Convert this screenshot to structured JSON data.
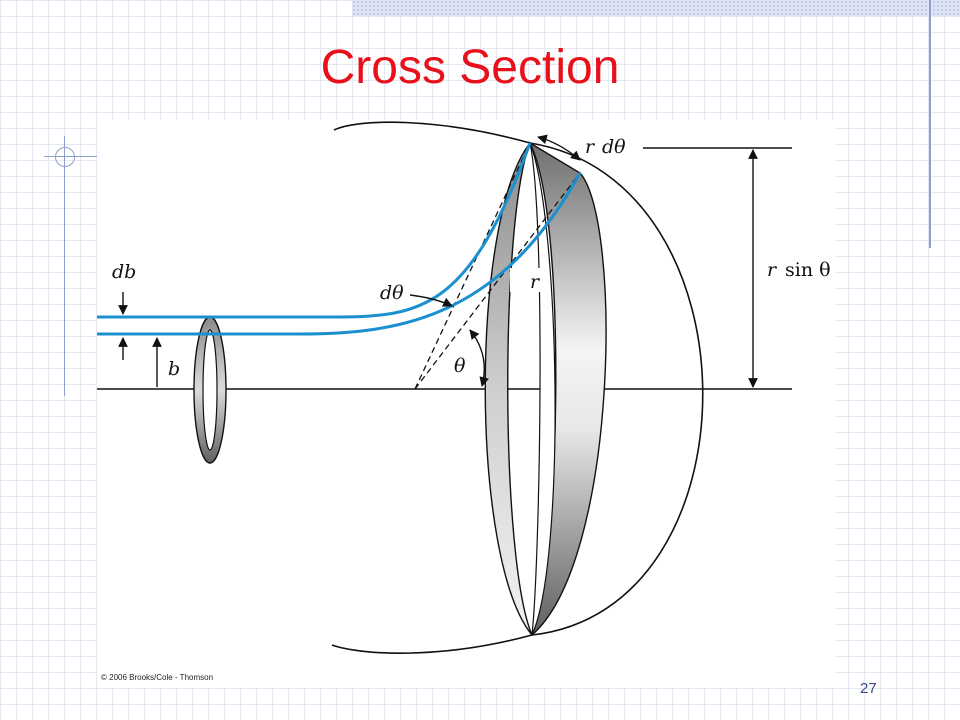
{
  "slide": {
    "title": "Cross Section",
    "page_number": "27",
    "copyright": "© 2006 Brooks/Cole - Thomson"
  },
  "diagram": {
    "labels": {
      "db": "db",
      "b": "b",
      "d_theta": "dθ",
      "r_d_theta_r": "r",
      "r_d_theta_rest": "dθ",
      "r_radius": "r",
      "theta": "θ",
      "r_sin": "r",
      "sin_theta": "sin θ"
    },
    "colors": {
      "trajectory": "#1a90d0",
      "title": "#e8101a",
      "grid": "#e4e8f3",
      "accent_rule": "#8f9ed0"
    }
  }
}
